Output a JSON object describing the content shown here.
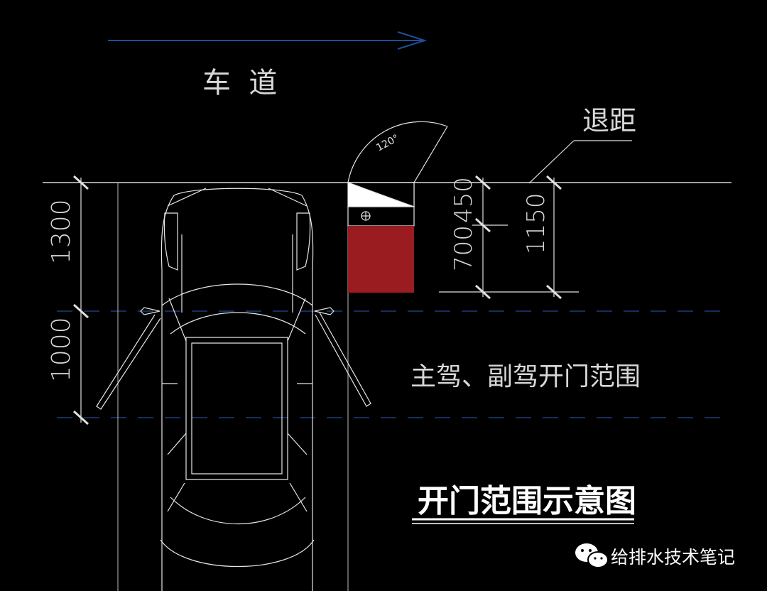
{
  "labels": {
    "lane": "车  道",
    "setback": "退距",
    "door_range": "主驾、副驾开门范围",
    "angle": "120°"
  },
  "dimensions": {
    "left_upper": "1300",
    "left_lower": "1000",
    "mid_total": "700",
    "mid_upper": "450",
    "right_total": "1150"
  },
  "title": "开门范围示意图",
  "watermark": "给排水技术笔记",
  "colors": {
    "background": "#000000",
    "line": "#e8e8e8",
    "red_block": "#9b1c20",
    "arrow": "#1f4f9a",
    "dashed": "#1c3f78"
  }
}
